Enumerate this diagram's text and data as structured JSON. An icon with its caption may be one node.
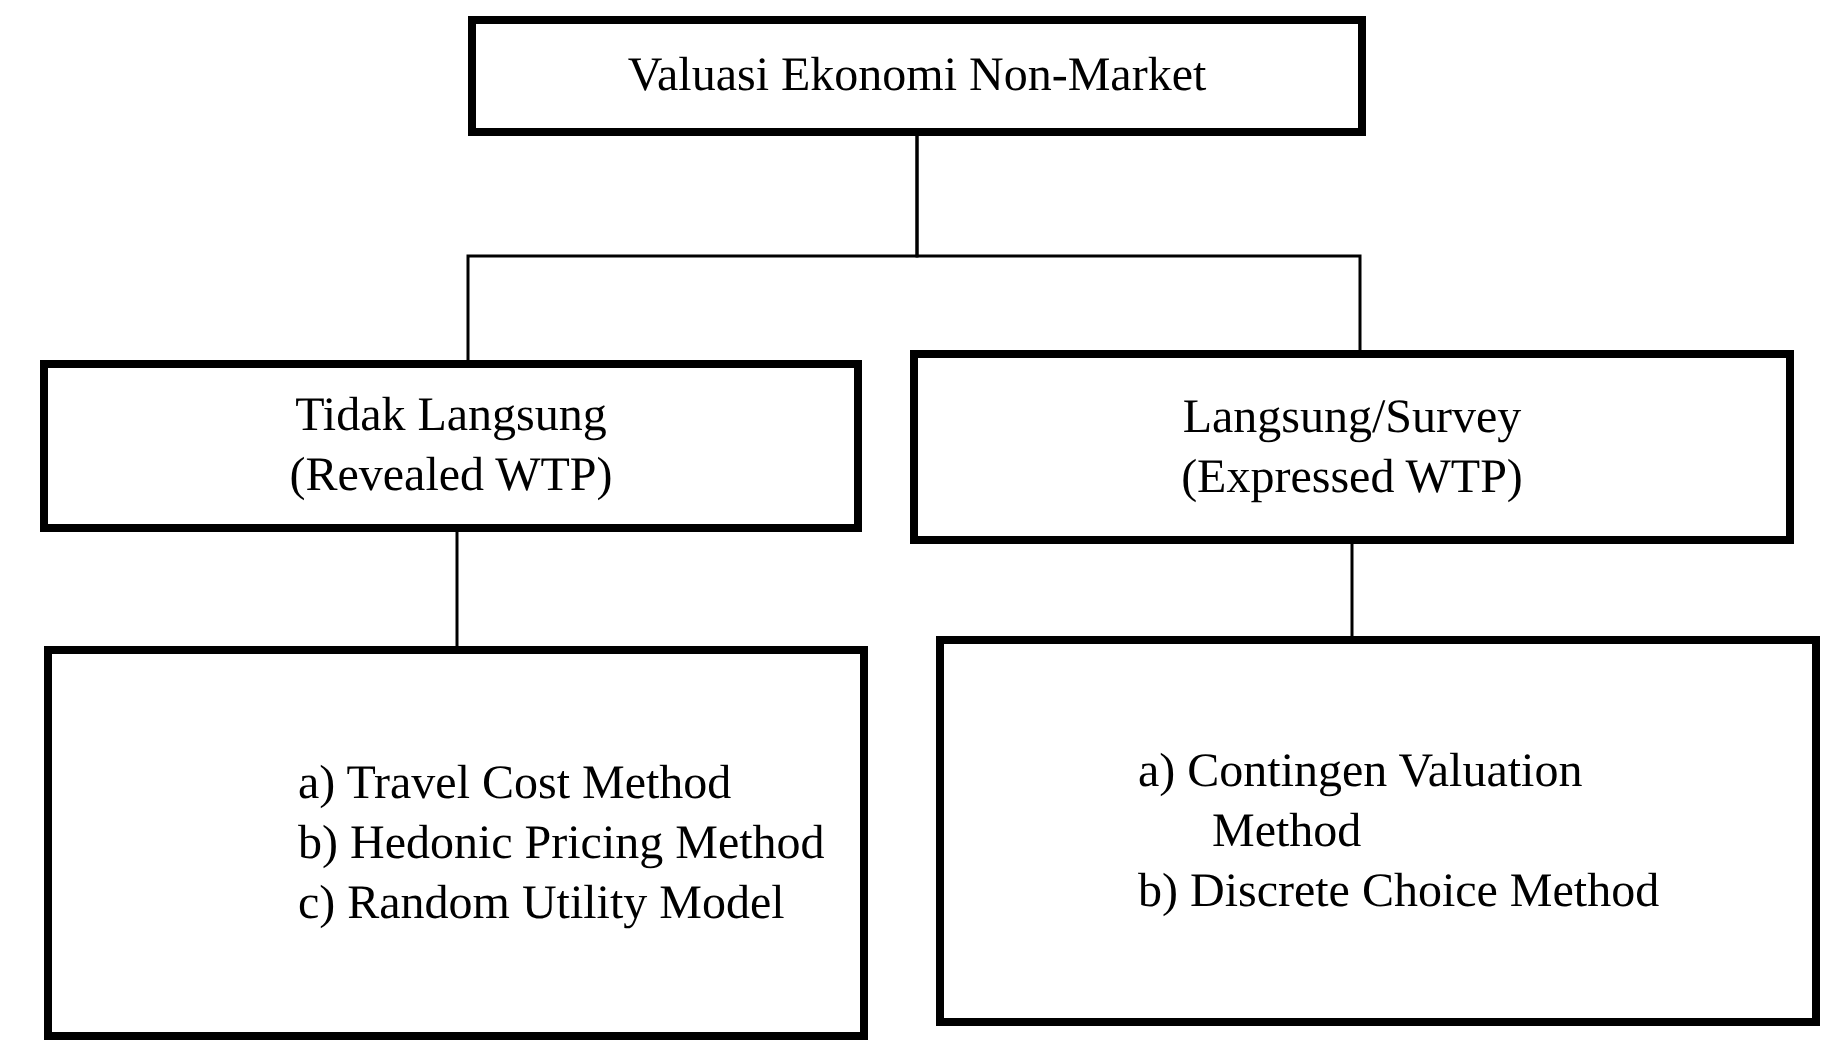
{
  "diagram": {
    "nodes": [
      {
        "text": [
          "Valuasi Ekonomi Non-Market"
        ]
      },
      {
        "text": [
          "Tidak Langsung (Revealed WTP)"
        ]
      },
      {
        "text": [
          "Langsung/Survey (Expressed WTP)"
        ]
      },
      {
        "text": [
          "a) Travel Cost Method",
          "b) Hedonic Pricing Method",
          "c) Random Utility Model"
        ]
      },
      {
        "text": [
          "a) Contingen Valuation Method",
          "b) Discrete Choice Method"
        ]
      }
    ],
    "edges": [
      {
        "from": 0,
        "to": 1,
        "arrow": "none"
      },
      {
        "from": 0,
        "to": 2,
        "arrow": "none"
      },
      {
        "from": 1,
        "to": 3,
        "arrow": "none"
      },
      {
        "from": 2,
        "to": 4,
        "arrow": "none"
      }
    ]
  }
}
